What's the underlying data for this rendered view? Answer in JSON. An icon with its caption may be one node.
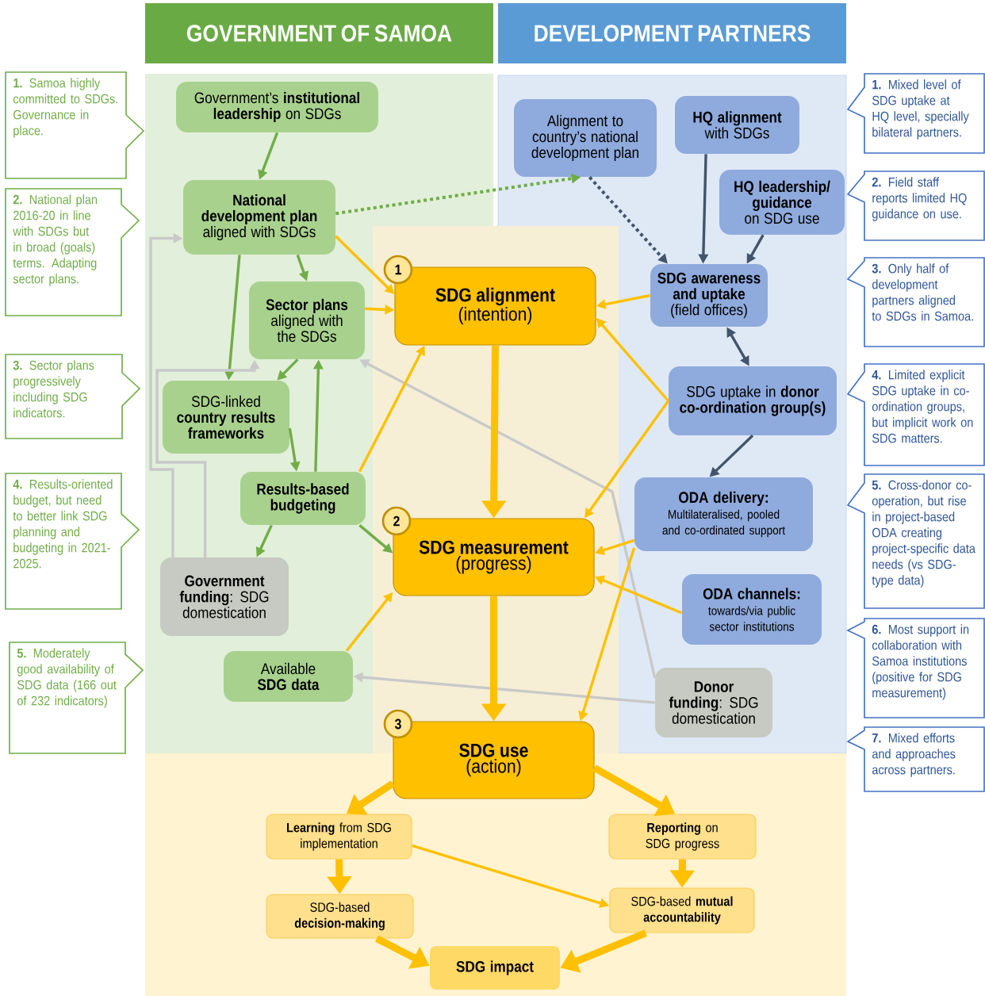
{
  "diagram": {
    "nodes": [
      {
        "text": [
          "GOVERNMENT OF SAMOA"
        ]
      },
      {
        "text": [
          "DEVELOPMENT PARTNERS"
        ]
      },
      {
        "text": [
          "**1.** Samoa highly committed to SDGs. Governance in place."
        ]
      },
      {
        "text": [
          "**2.** National plan 2016-20 in line with SDGs but in broad (goals) terms. Adapting sector plans."
        ]
      },
      {
        "text": [
          "**3.** Sector plans progressively including SDG indicators."
        ]
      },
      {
        "text": [
          "**4.** Results-oriented budget, but need to better link SDG planning and budgeting in 2021-2025."
        ]
      },
      {
        "text": [
          "**5.** Moderately good availability of SDG data (166 out of 232 indicators)"
        ]
      },
      {
        "text": [
          "**1.** Mixed level of SDG uptake at HQ level, specially bilateral partners."
        ]
      },
      {
        "text": [
          "**2.** Field staff reports limited HQ guidance on use."
        ]
      },
      {
        "text": [
          "**3.** Only half of development partners aligned to SDGs in Samoa."
        ]
      },
      {
        "text": [
          "**4.** Limited explicit SDG uptake in co-ordination groups, but implicit work on SDG matters."
        ]
      },
      {
        "text": [
          "**5.** Cross-donor co-operation, but rise in project-based ODA creating project-specific data needs (vs SDG-type data)"
        ]
      },
      {
        "text": [
          "**6.** Most support in collaboration with Samoa institutions (positive for SDG measurement)"
        ]
      },
      {
        "text": [
          "**7.** Mixed efforts and approaches across partners."
        ]
      },
      {
        "text": [
          "Government’s **institutional leadership** on SDGs"
        ]
      },
      {
        "text": [
          "**National development plan** aligned with SDGs"
        ]
      },
      {
        "text": [
          "**Sector plans** aligned with the SDGs"
        ]
      },
      {
        "text": [
          "SDG-linked **country results frameworks**"
        ]
      },
      {
        "text": [
          "Results-based budgeting"
        ]
      },
      {
        "text": [
          "**Government funding**: SDG domestication"
        ]
      },
      {
        "text": [
          "Available **SDG data**"
        ]
      },
      {
        "text": [
          "Alignment to country’s national development plan"
        ]
      },
      {
        "text": [
          "**HQ alignment** with SDGs"
        ]
      },
      {
        "text": [
          "**HQ leadership/ guidance** on SDG use"
        ]
      },
      {
        "text": [
          "**SDG awareness and uptake** (field offices)"
        ]
      },
      {
        "text": [
          "SDG uptake in **donor co-ordination group(s)**"
        ]
      },
      {
        "text": [
          "ODA delivery:",
          "Multilateralised, pooled and co-ordinated support"
        ]
      },
      {
        "text": [
          "ODA channels:",
          "towards/via public sector institutions"
        ]
      },
      {
        "text": [
          "**Donor funding**: SDG domestication"
        ]
      },
      {
        "text": [
          "SDG alignment",
          "(intention)"
        ]
      },
      {
        "text": [
          "1"
        ]
      },
      {
        "text": [
          "SDG measurement",
          "(progress)"
        ]
      },
      {
        "text": [
          "2"
        ]
      },
      {
        "text": [
          "SDG use",
          "(action)"
        ]
      },
      {
        "text": [
          "3"
        ]
      },
      {
        "text": [
          "**Learning** from SDG implementation"
        ]
      },
      {
        "text": [
          "**Reporting** on SDG progress"
        ]
      },
      {
        "text": [
          "SDG-based **decision-making**"
        ]
      },
      {
        "text": [
          "SDG-based **mutual accountability**"
        ]
      },
      {
        "text": [
          "SDG impact"
        ]
      }
    ],
    "edges": [
      {
        "from": 14,
        "to": 15,
        "arrow": "to",
        "color": "#70ad47"
      },
      {
        "from": 15,
        "to": 16,
        "arrow": "to",
        "color": "#70ad47"
      },
      {
        "from": 15,
        "to": 17,
        "arrow": "to",
        "color": "#70ad47"
      },
      {
        "from": 16,
        "to": 17,
        "arrow": "to",
        "color": "#70ad47"
      },
      {
        "from": 17,
        "to": 18,
        "arrow": "to",
        "color": "#70ad47"
      },
      {
        "from": 18,
        "to": 16,
        "arrow": "to",
        "color": "#70ad47"
      },
      {
        "from": 18,
        "to": 19,
        "arrow": "to",
        "color": "#70ad47"
      },
      {
        "from": 18,
        "to": 31,
        "arrow": "to",
        "color": "#70ad47"
      },
      {
        "from": 15,
        "to": 21,
        "arrow": "to",
        "style": "dashed",
        "color": "#70ad47"
      },
      {
        "from": 19,
        "to": 15,
        "arrow": "to",
        "color": "#c9c9c9"
      },
      {
        "from": 19,
        "to": 16,
        "arrow": "to",
        "color": "#c9c9c9"
      },
      {
        "from": 28,
        "to": 20,
        "arrow": "to",
        "color": "#c9c9c9"
      },
      {
        "from": 28,
        "to": 16,
        "arrow": "to",
        "color": "#c9c9c9"
      },
      {
        "from": 21,
        "to": 24,
        "arrow": "to",
        "style": "dashed",
        "color": "#44546a"
      },
      {
        "from": 22,
        "to": 24,
        "arrow": "to",
        "color": "#44546a"
      },
      {
        "from": 23,
        "to": 24,
        "arrow": "to",
        "color": "#44546a"
      },
      {
        "from": 24,
        "to": 25,
        "arrow": "both",
        "color": "#44546a"
      },
      {
        "from": 25,
        "to": 26,
        "arrow": "to",
        "color": "#44546a"
      },
      {
        "from": 15,
        "to": 29,
        "arrow": "to"
      },
      {
        "from": 16,
        "to": 29,
        "arrow": "to"
      },
      {
        "from": 18,
        "to": 29,
        "arrow": "to"
      },
      {
        "from": 20,
        "to": 31,
        "arrow": "to"
      },
      {
        "from": 24,
        "to": 29,
        "arrow": "to"
      },
      {
        "from": 25,
        "to": 29,
        "arrow": "to"
      },
      {
        "from": 25,
        "to": 31,
        "arrow": "to"
      },
      {
        "from": 26,
        "to": 31,
        "arrow": "to"
      },
      {
        "from": 26,
        "to": 33,
        "arrow": "to"
      },
      {
        "from": 27,
        "to": 31,
        "arrow": "to"
      },
      {
        "from": 29,
        "to": 31,
        "arrow": "to",
        "style": "thick"
      },
      {
        "from": 31,
        "to": 33,
        "arrow": "to",
        "style": "thick"
      },
      {
        "from": 33,
        "to": 35,
        "arrow": "to",
        "style": "thick"
      },
      {
        "from": 33,
        "to": 36,
        "arrow": "to",
        "style": "thick"
      },
      {
        "from": 35,
        "to": 37,
        "arrow": "to",
        "style": "thick"
      },
      {
        "from": 36,
        "to": 38,
        "arrow": "to",
        "style": "thick"
      },
      {
        "from": 35,
        "to": 38,
        "arrow": "to"
      },
      {
        "from": 37,
        "to": 39,
        "arrow": "to",
        "style": "thick"
      },
      {
        "from": 38,
        "to": 39,
        "arrow": "to",
        "style": "thick"
      }
    ]
  }
}
